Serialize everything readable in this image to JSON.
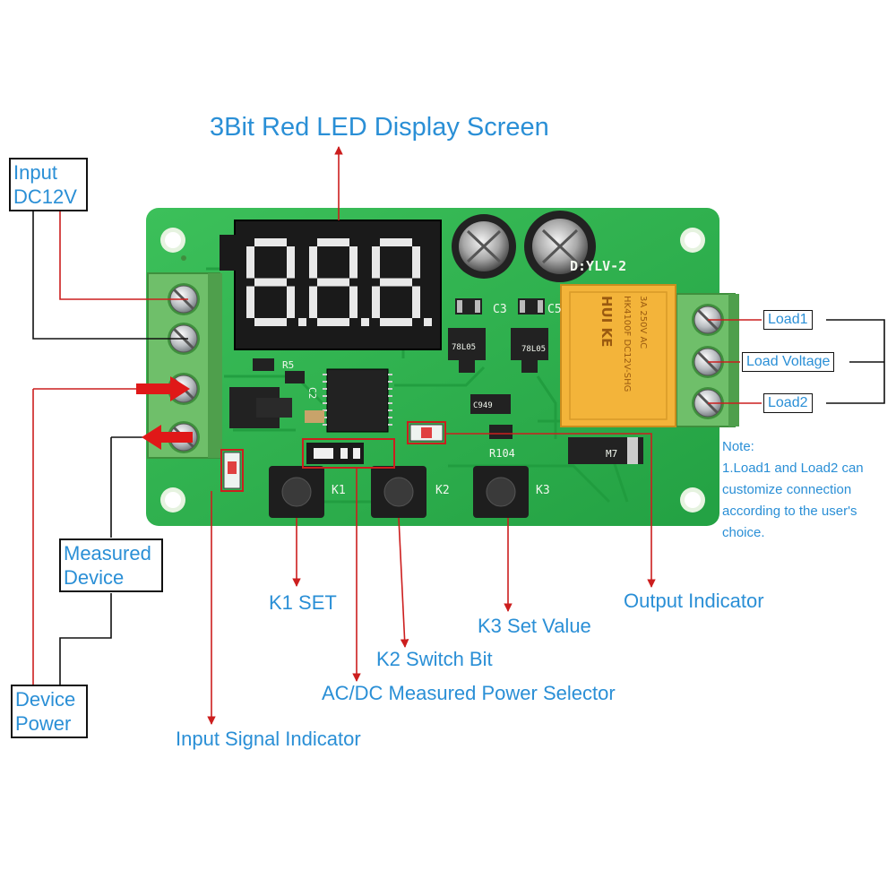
{
  "callouts": {
    "display_screen": "3Bit Red LED Display Screen",
    "k1_set": "K1 SET",
    "k2_switch_bit": "K2 Switch Bit",
    "acdc_selector": "AC/DC Measured Power Selector",
    "input_signal_indicator": "Input Signal Indicator",
    "k3_set_value": "K3 Set Value",
    "output_indicator": "Output Indicator"
  },
  "boxes": {
    "input_line1": "Input",
    "input_line2": "DC12V",
    "measured_line1": "Measured",
    "measured_line2": "Device",
    "power_line1": "Device",
    "power_line2": "Power",
    "load1": "Load1",
    "load_voltage": "Load Voltage",
    "load2": "Load2"
  },
  "note": {
    "title": "Note:",
    "lines": [
      "1.Load1 and Load2 can",
      "customize connection",
      "according to the user's",
      "choice."
    ]
  },
  "board": {
    "model": "D:YLV-2",
    "display_digits": "8.8.8.",
    "relay_brand": "HUI KE",
    "relay_model": "HK4100F DC12V-SHG",
    "relay_rating": "3A 250V AC",
    "silk": {
      "k1": "K1",
      "k2": "K2",
      "k3": "K3",
      "c3": "C3",
      "c5": "C5",
      "c2": "C2",
      "r5": "R5",
      "r104": "R104",
      "m7": "M7",
      "reg1": "78L05",
      "reg2": "78L05",
      "transistor": "C949"
    }
  },
  "colors": {
    "label_blue": "#2a8fd6",
    "pointer_red": "#cc1e1e",
    "pcb_green": "#2fb34d",
    "terminal_green": "#6fbf6a",
    "relay_yellow": "#f3b43a",
    "led_segment": "#e8e8e8"
  }
}
